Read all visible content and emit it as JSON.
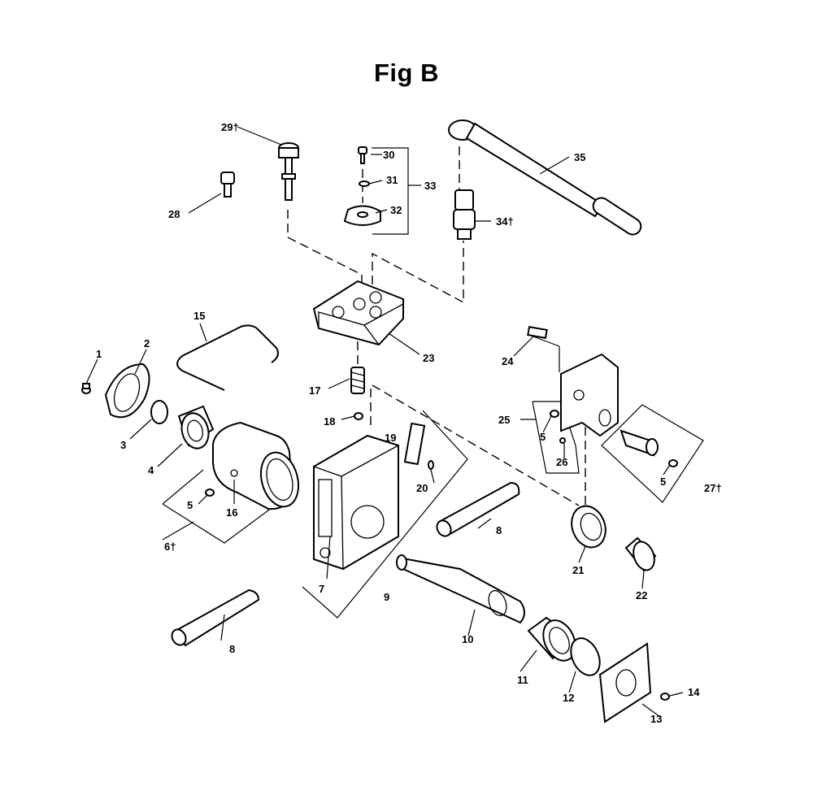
{
  "title": "Fig B",
  "labels": {
    "p1": "1",
    "p2": "2",
    "p3": "3",
    "p4": "4",
    "p5a": "5",
    "p6": "6†",
    "p7": "7",
    "p8a": "8",
    "p8b": "8",
    "p9": "9",
    "p10": "10",
    "p11": "11",
    "p12": "12",
    "p13": "13",
    "p14": "14",
    "p15": "15",
    "p16": "16",
    "p17": "17",
    "p18": "18",
    "p19": "19",
    "p20": "20",
    "p21": "21",
    "p22": "22",
    "p23": "23",
    "p24": "24",
    "p25": "25",
    "p5b": "5",
    "p26": "26",
    "p5c": "5",
    "p27": "27†",
    "p28": "28",
    "p29": "29†",
    "p30": "30",
    "p31": "31",
    "p32": "32",
    "p33": "33",
    "p34": "34†",
    "p35": "35"
  }
}
